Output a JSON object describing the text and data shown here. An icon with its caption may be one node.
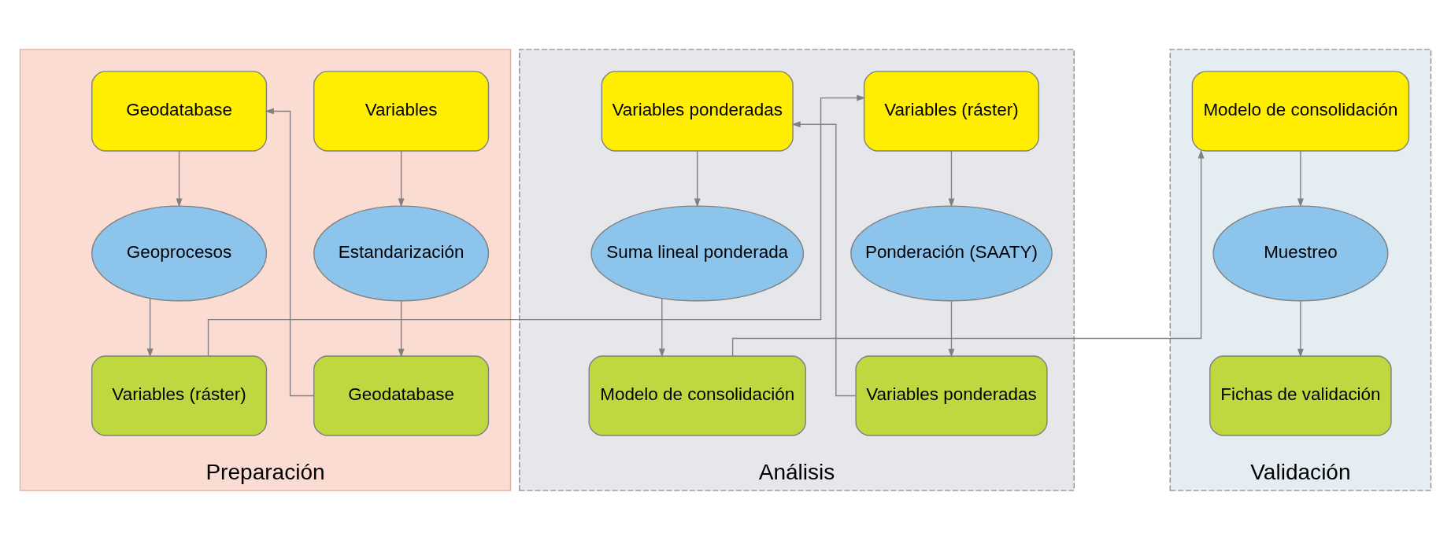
{
  "diagram": {
    "nodes": [
      {
        "text": [
          "Preparación"
        ]
      },
      {
        "text": [
          "Variables"
        ],
        "in": 0
      },
      {
        "text": [
          "Estandarización"
        ],
        "in": 0
      },
      {
        "text": [
          "Geodatabase"
        ],
        "in": 0
      },
      {
        "text": [
          "Geodatabase"
        ],
        "in": 0
      },
      {
        "text": [
          "Geoprocesos"
        ],
        "in": 0
      },
      {
        "text": [
          "Variables (ráster)"
        ],
        "in": 0
      },
      {
        "text": [
          "Análisis"
        ]
      },
      {
        "text": [
          "Variables (ráster)"
        ],
        "in": 7
      },
      {
        "text": [
          "Ponderación (SAATY)"
        ],
        "in": 7
      },
      {
        "text": [
          "Variables ponderadas"
        ],
        "in": 7
      },
      {
        "text": [
          "Variables ponderadas"
        ],
        "in": 7
      },
      {
        "text": [
          "Suma lineal ponderada"
        ],
        "in": 7
      },
      {
        "text": [
          "Modelo de consolidación"
        ],
        "in": 7
      },
      {
        "text": [
          "Validación"
        ]
      },
      {
        "text": [
          "Modelo de consolidación"
        ],
        "in": 14
      },
      {
        "text": [
          "Muestreo"
        ],
        "in": 14
      },
      {
        "text": [
          "Fichas de validación"
        ],
        "in": 14
      }
    ],
    "edges": [
      {
        "from": 1,
        "to": 2,
        "arrow": "to"
      },
      {
        "from": 2,
        "to": 3,
        "arrow": "to"
      },
      {
        "from": 3,
        "to": 4,
        "arrow": "to"
      },
      {
        "from": 4,
        "to": 5,
        "arrow": "to"
      },
      {
        "from": 5,
        "to": 6,
        "arrow": "to"
      },
      {
        "from": 6,
        "to": 8,
        "arrow": "to"
      },
      {
        "from": 8,
        "to": 9,
        "arrow": "to"
      },
      {
        "from": 9,
        "to": 10,
        "arrow": "to"
      },
      {
        "from": 10,
        "to": 11,
        "arrow": "to"
      },
      {
        "from": 11,
        "to": 12,
        "arrow": "to"
      },
      {
        "from": 12,
        "to": 13,
        "arrow": "to"
      },
      {
        "from": 13,
        "to": 15,
        "arrow": "to"
      },
      {
        "from": 15,
        "to": 16,
        "arrow": "to"
      },
      {
        "from": 16,
        "to": 17,
        "arrow": "to"
      }
    ]
  }
}
